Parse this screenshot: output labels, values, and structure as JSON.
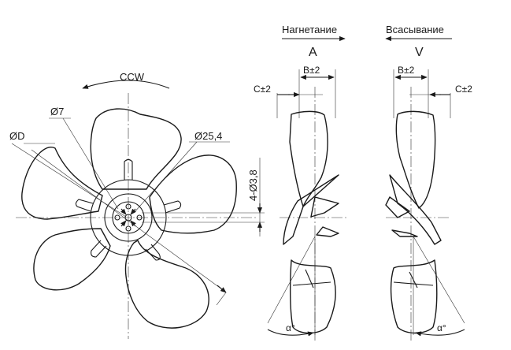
{
  "labels": {
    "rotation": "CCW",
    "hole_dia": "Ø7",
    "outer_dia": "ØD",
    "hub_dia": "Ø25,4",
    "mount_holes": "4-Ø3,8",
    "discharge_caption": "Нагнетание",
    "suction_caption": "Всасывание",
    "discharge_view": "A",
    "suction_view": "V",
    "width_tol_left": "B±2",
    "offset_tol_left": "C±2",
    "width_tol_right": "B±2",
    "offset_tol_right": "C±2",
    "angle_left": "α°",
    "angle_right": "α°"
  }
}
